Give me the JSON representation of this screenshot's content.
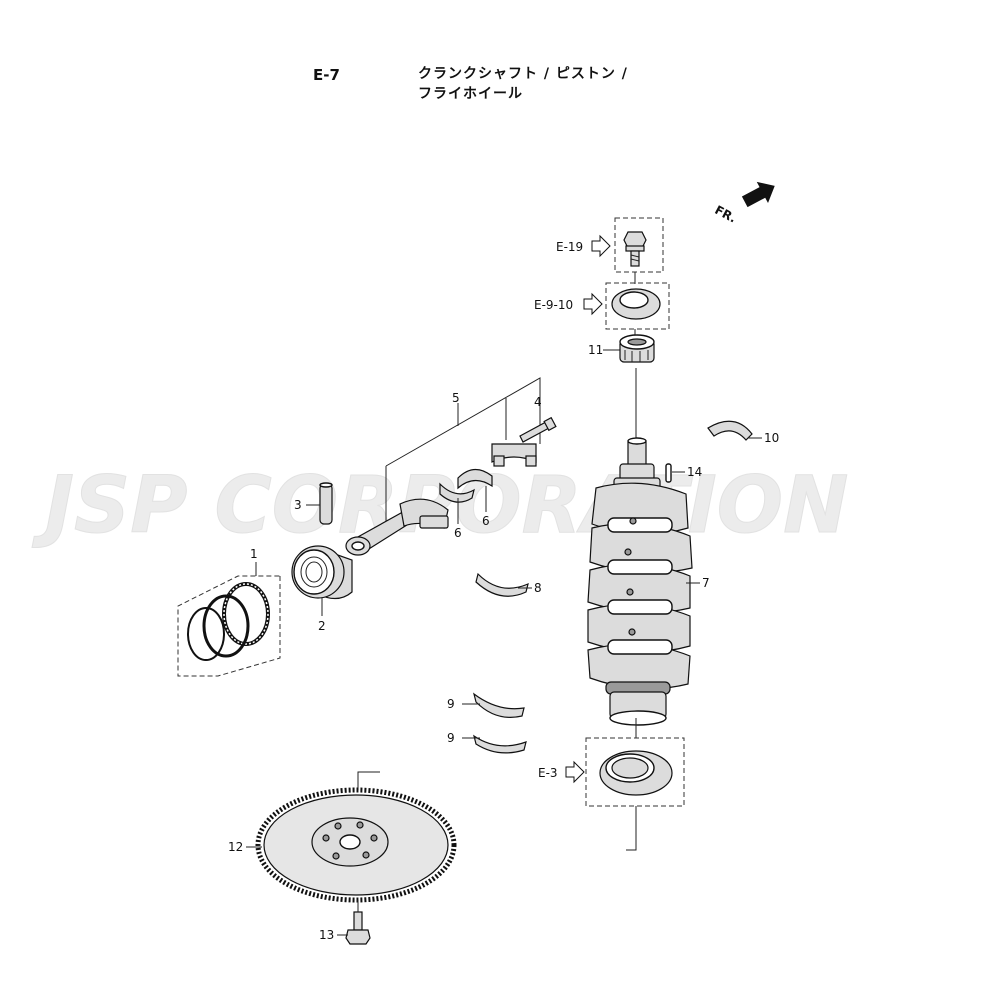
{
  "header": {
    "code": "E-7",
    "title_line1": "クランクシャフト / ピストン /",
    "title_line2": "フライホイール"
  },
  "watermark": "JSP CORPORATION",
  "direction": "FR.",
  "refs": {
    "e19": "E-19",
    "e910": "E-9-10",
    "e3": "E-3"
  },
  "callouts": {
    "p1": "1",
    "p2": "2",
    "p3": "3",
    "p4": "4",
    "p5": "5",
    "p6a": "6",
    "p6b": "6",
    "p7": "7",
    "p8": "8",
    "p9a": "9",
    "p9b": "9",
    "p10": "10",
    "p11": "11",
    "p12": "12",
    "p13": "13",
    "p14": "14"
  },
  "colors": {
    "line": "#222222",
    "watermark": "#e6e6e6",
    "part_fill": "#dcdcdc"
  }
}
